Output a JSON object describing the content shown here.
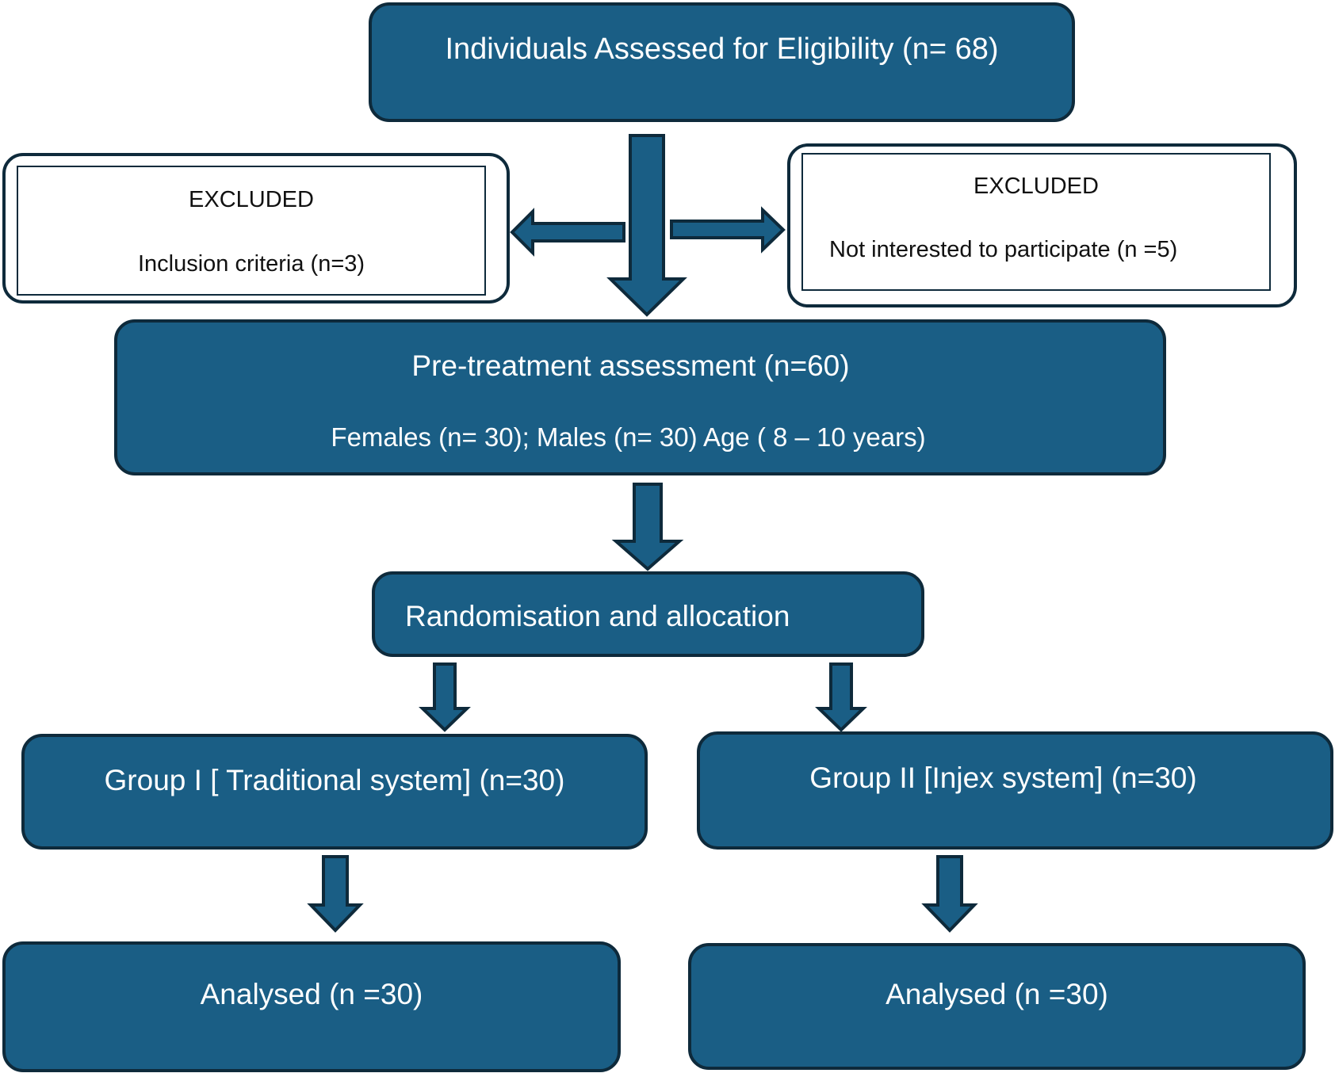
{
  "eligibility": {
    "label": "Individuals Assessed for Eligibility (n= 68)"
  },
  "excluded_left": {
    "heading": "EXCLUDED",
    "reason": "Inclusion criteria (n=3)"
  },
  "excluded_right": {
    "heading": "EXCLUDED",
    "reason": "Not interested to participate (n =5)"
  },
  "pretreatment": {
    "title": "Pre-treatment assessment (n=60)",
    "details": "Females (n= 30); Males (n= 30)  Age ( 8 – 10 years)"
  },
  "randomisation": {
    "label": "Randomisation and allocation"
  },
  "group1": {
    "label": "Group I [ Traditional system] (n=30)"
  },
  "group2": {
    "label": "Group II [Injex system] (n=30)"
  },
  "analysed1": {
    "label": "Analysed (n =30)"
  },
  "analysed2": {
    "label": "Analysed (n =30)"
  },
  "colors": {
    "box_fill": "#1a5e85",
    "box_border": "#0e2a3b",
    "excluded_fill": "#ffffff",
    "text_on_box": "#ffffff",
    "text_excluded": "#111111"
  }
}
